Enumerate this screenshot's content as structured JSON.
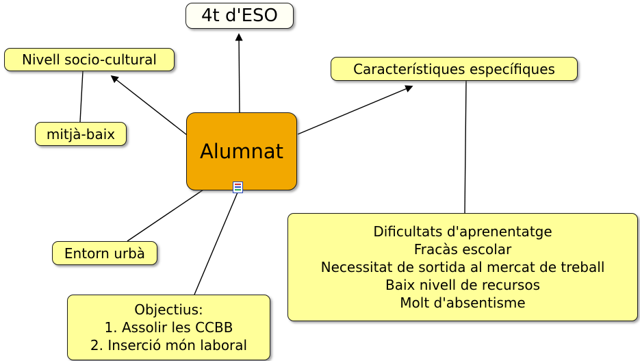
{
  "map": {
    "nodes": {
      "alumnat": {
        "label": "Alumnat",
        "fill": "#f2a800"
      },
      "eso": {
        "label": "4t d'ESO",
        "fill": "#fffff4"
      },
      "nivell": {
        "label": "Nivell socio-cultural",
        "fill": "#ffff99"
      },
      "mitja": {
        "label": "mitjà-baix",
        "fill": "#ffff99"
      },
      "caracteristiques": {
        "label": "Característiques específiques",
        "fill": "#ffff99"
      },
      "entorn": {
        "label": "Entorn urbà",
        "fill": "#ffff99"
      },
      "objectius": {
        "fill": "#ffff99",
        "lines": [
          "Objectius:",
          "1. Assolir les CCBB",
          "2. Inserció món laboral"
        ]
      },
      "dificultats": {
        "fill": "#ffff99",
        "lines": [
          "Dificultats d'aprenentatge",
          "Fracàs escolar",
          "Necessitat de sortida al mercat de treball",
          "Baix nivell de recursos",
          "Molt d'absentisme"
        ]
      }
    },
    "edges": [
      {
        "from": "alumnat",
        "to": "eso",
        "arrow": true
      },
      {
        "from": "alumnat",
        "to": "nivell",
        "arrow": true
      },
      {
        "from": "nivell",
        "to": "mitja",
        "arrow": false
      },
      {
        "from": "alumnat",
        "to": "caracteristiques",
        "arrow": true
      },
      {
        "from": "caracteristiques",
        "to": "dificultats",
        "arrow": false
      },
      {
        "from": "alumnat",
        "to": "entorn",
        "arrow": false
      },
      {
        "from": "alumnat",
        "to": "objectius",
        "arrow": false
      }
    ],
    "icons": {
      "resource": "attached-resource-icon"
    },
    "colors": {
      "line": "#000000",
      "background": "#ffffff",
      "text": "#000000"
    }
  }
}
